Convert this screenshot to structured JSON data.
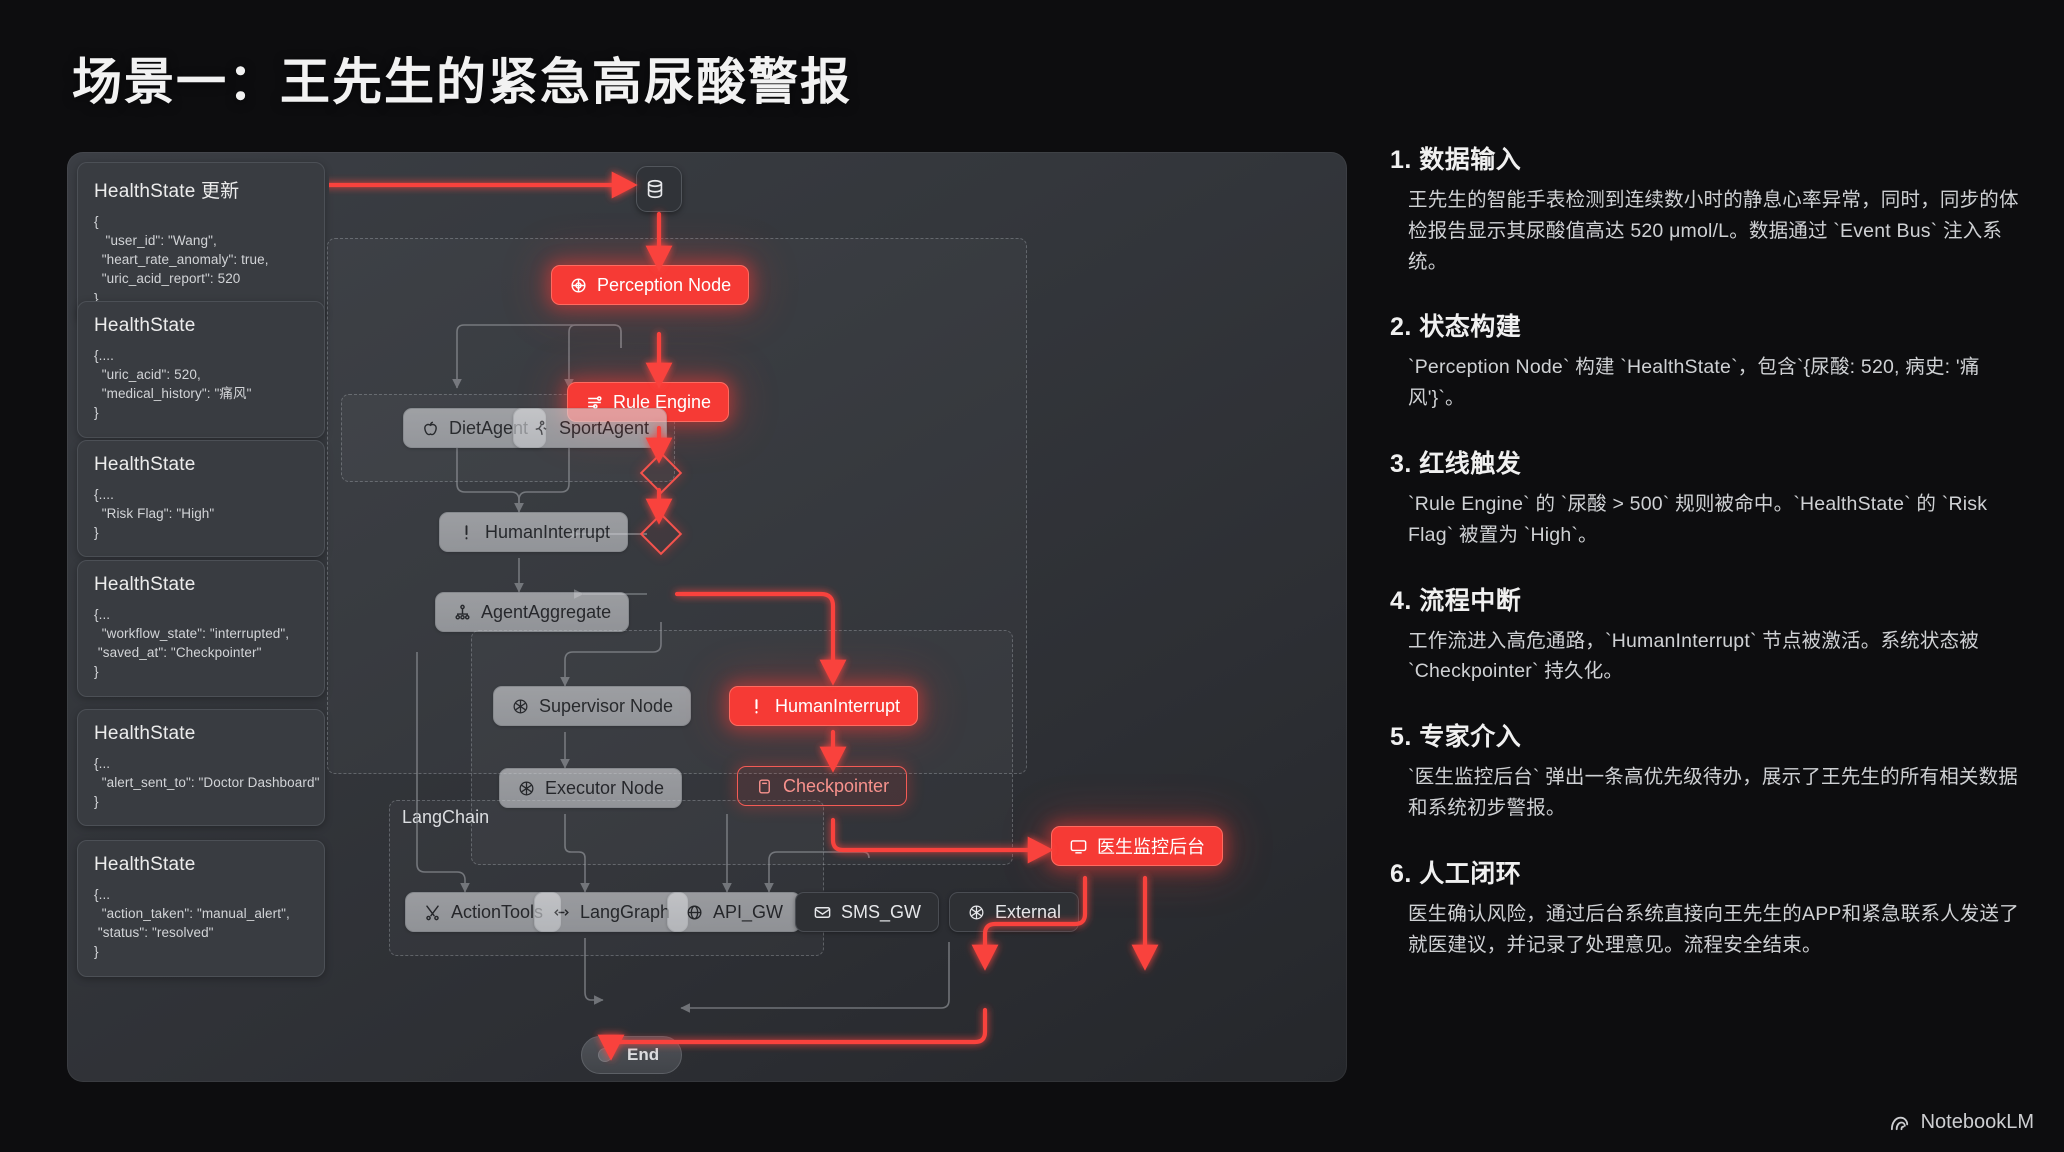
{
  "page_title": "场景一：王先生的紧急高尿酸警报",
  "footer": {
    "brand": "NotebookLM",
    "icon": "notebooklm-logo-icon"
  },
  "state_cards": [
    {
      "title": "HealthState 更新",
      "body": "{\n   \"user_id\": \"Wang\",\n  \"heart_rate_anomaly\": true,\n  \"uric_acid_report\": 520\n}"
    },
    {
      "title": "HealthState",
      "body": "{....\n  \"uric_acid\": 520,\n  \"medical_history\": \"痛风\"\n}"
    },
    {
      "title": "HealthState",
      "body": "{....\n  \"Risk Flag\": \"High\"\n}"
    },
    {
      "title": "HealthState",
      "body": "{...\n  \"workflow_state\": \"interrupted\",\n \"saved_at\": \"Checkpointer\"\n}"
    },
    {
      "title": "HealthState",
      "body": "{...\n  \"alert_sent_to\": \"Doctor Dashboard\"\n}"
    },
    {
      "title": "HealthState",
      "body": "{...\n  \"action_taken\": \"manual_alert\",\n \"status\": \"resolved\"\n}"
    }
  ],
  "groups": [
    {
      "label": ""
    },
    {
      "label": ""
    },
    {
      "label": ""
    },
    {
      "label": "LangChain"
    }
  ],
  "nodes": {
    "event_bus": {
      "label": "",
      "icon": "database-icon",
      "state": "dark"
    },
    "perception": {
      "label": "Perception Node",
      "icon": "globe-target-icon",
      "state": "active"
    },
    "rule_engine": {
      "label": "Rule Engine",
      "icon": "sliders-icon",
      "state": "active"
    },
    "diet_agent": {
      "label": "DietAgent",
      "icon": "apple-icon",
      "state": "inactive"
    },
    "sport_agent": {
      "label": "SportAgent",
      "icon": "runner-icon",
      "state": "inactive"
    },
    "human_interrupt_grey": {
      "label": "HumanInterrupt",
      "icon": "exclamation-icon",
      "state": "inactive"
    },
    "agent_aggregate": {
      "label": "AgentAggregate",
      "icon": "hierarchy-icon",
      "state": "inactive"
    },
    "supervisor": {
      "label": "Supervisor Node",
      "icon": "brain-icon",
      "state": "inactive"
    },
    "executor": {
      "label": "Executor Node",
      "icon": "brain-icon",
      "state": "inactive"
    },
    "human_interrupt_red": {
      "label": "HumanInterrupt",
      "icon": "exclamation-icon",
      "state": "active"
    },
    "checkpointer": {
      "label": "Checkpointer",
      "icon": "save-icon",
      "state": "active-outline"
    },
    "doctor_console": {
      "label": "医生监控后台",
      "icon": "monitor-icon",
      "state": "active"
    },
    "action_tools": {
      "label": "ActionTools",
      "icon": "tools-icon",
      "state": "inactive"
    },
    "langgraph": {
      "label": "LangGraph",
      "icon": "arrows-icon",
      "state": "inactive"
    },
    "api_gw": {
      "label": "API_GW",
      "icon": "globe-icon",
      "state": "inactive"
    },
    "sms_gw": {
      "label": "SMS_GW",
      "icon": "envelope-icon",
      "state": "dark"
    },
    "external": {
      "label": "External",
      "icon": "brain-icon",
      "state": "dark"
    },
    "end": {
      "label": "End",
      "icon": "end-dot-icon",
      "state": "inactive"
    }
  },
  "steps": [
    {
      "head": "1. 数据输入",
      "body": "王先生的智能手表检测到连续数小时的静息心率异常，同时，同步的体检报告显示其尿酸值高达 520 μmol/L。数据通过 `Event Bus` 注入系统。"
    },
    {
      "head": "2. 状态构建",
      "body": "`Perception Node` 构建 `HealthState`，包含`{尿酸: 520, 病史: '痛风'}`。"
    },
    {
      "head": "3. 红线触发",
      "body": "`Rule Engine` 的 `尿酸 > 500` 规则被命中。`HealthState` 的 `Risk Flag` 被置为 `High`。"
    },
    {
      "head": "4. 流程中断",
      "body": "工作流进入高危通路，`HumanInterrupt` 节点被激活。系统状态被 `Checkpointer` 持久化。"
    },
    {
      "head": "5. 专家介入",
      "body": "`医生监控后台` 弹出一条高优先级待办，展示了王先生的所有相关数据和系统初步警报。"
    },
    {
      "head": "6. 人工闭环",
      "body": "医生确认风险，通过后台系统直接向王先生的APP和紧急联系人发送了就医建议，并记录了处理意见。流程安全结束。"
    }
  ],
  "colors": {
    "accent_red": "#f63a35",
    "panel_bg": "#34373c",
    "page_bg": "#0d0d0f"
  }
}
